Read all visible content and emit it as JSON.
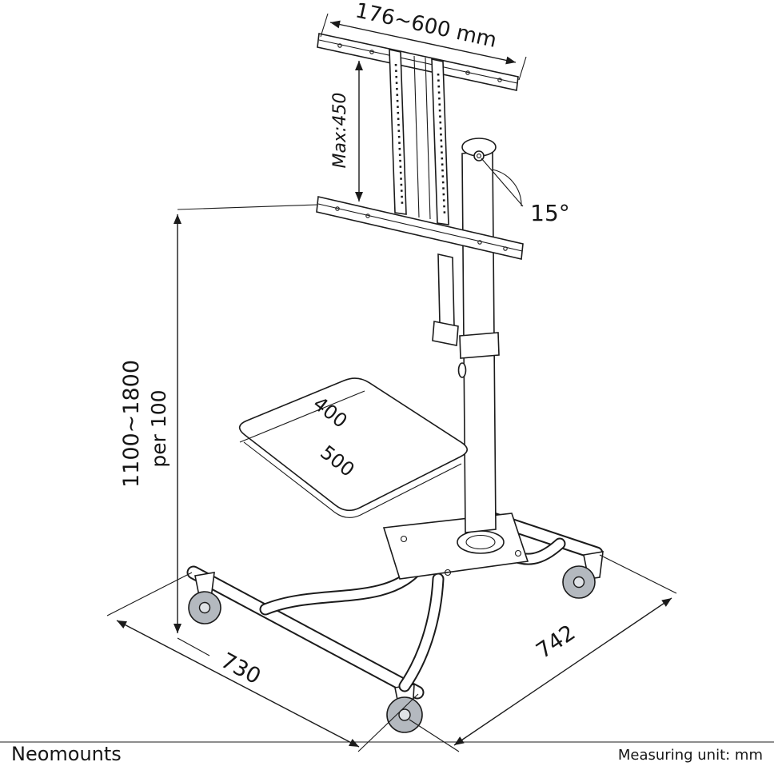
{
  "diagram": {
    "labels": {
      "top_width": "176~600 mm",
      "max_height": "Max:450",
      "tilt_angle": "15°",
      "height_range": "1100~1800",
      "height_increment": "per 100",
      "shelf_depth": "400",
      "shelf_width": "500",
      "base_width": "730",
      "base_depth": "742"
    }
  },
  "footer": {
    "brand": "Neomounts",
    "measuring_unit": "Measuring unit: mm"
  },
  "colors": {
    "line": "#1b1b1b",
    "wheel_fill": "#b4b9bf",
    "brand_gray": "#8d939b"
  }
}
